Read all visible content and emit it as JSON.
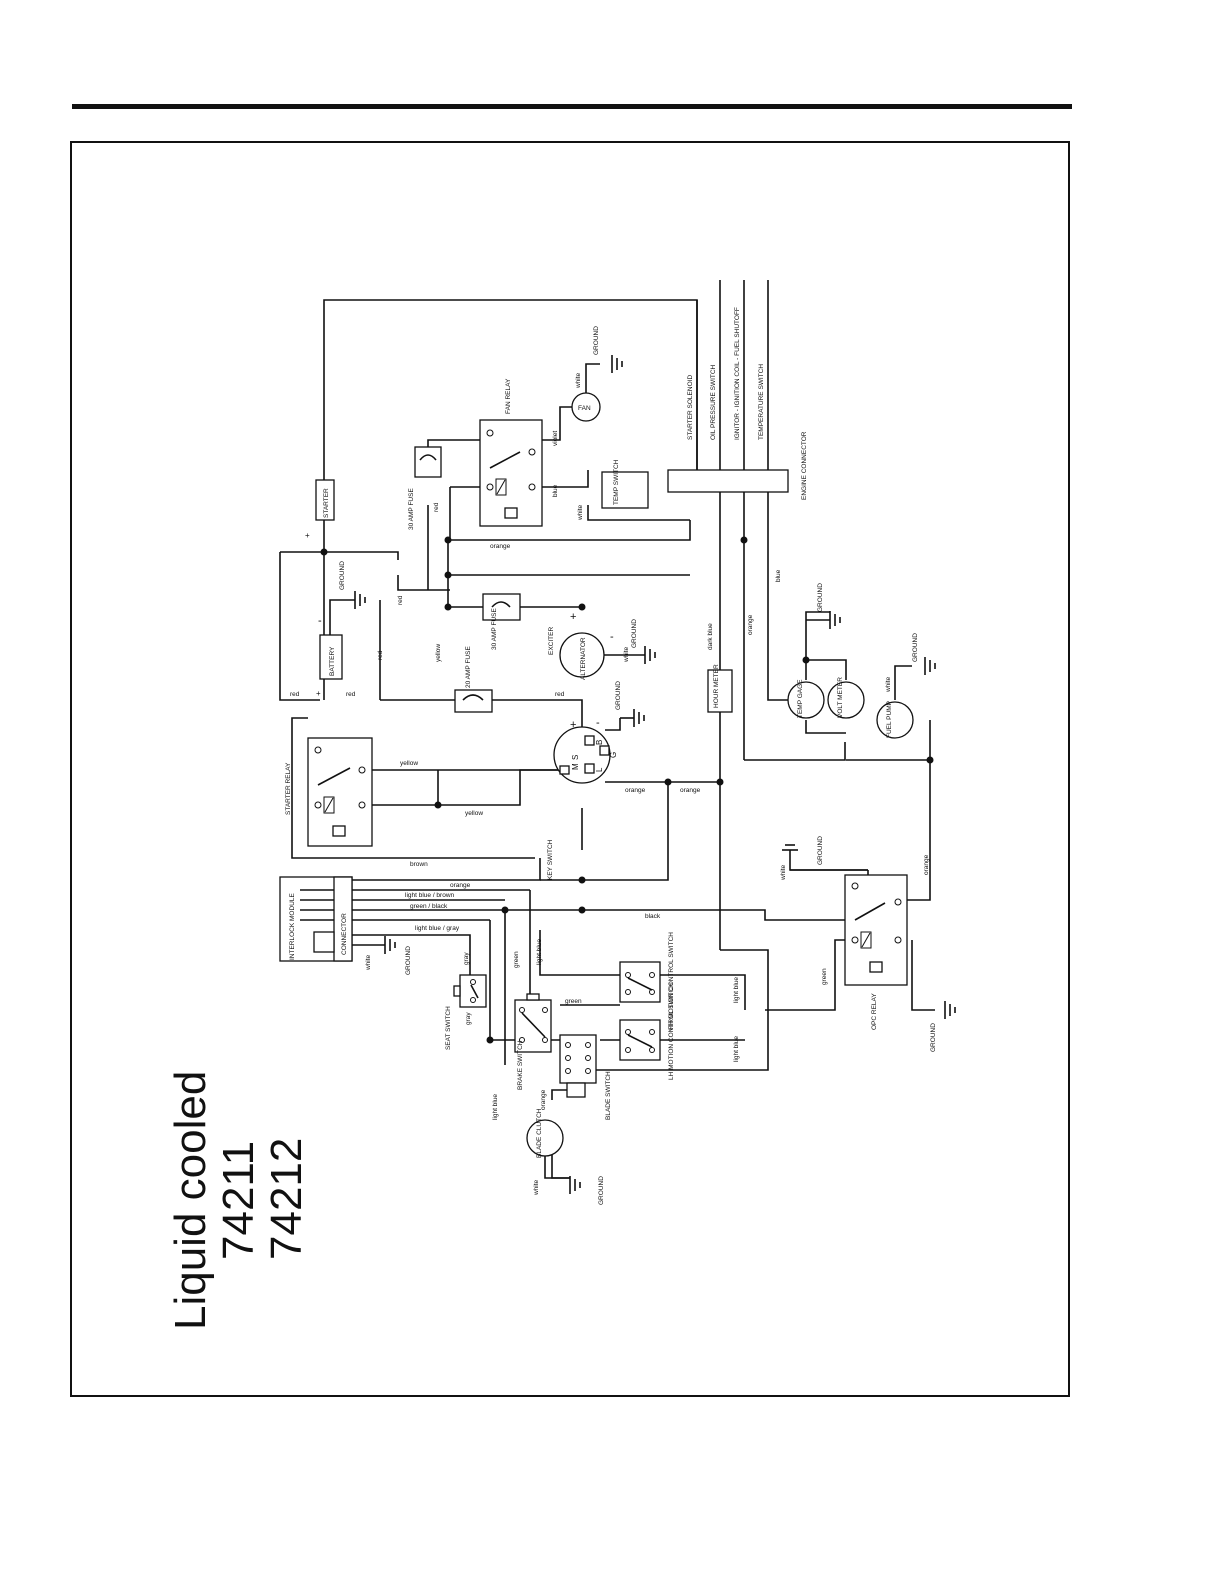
{
  "title": {
    "line1": "Liquid cooled",
    "line2": "74211",
    "line3": "74212"
  },
  "components": {
    "starter": "STARTER",
    "fuse30_top": "30 AMP FUSE",
    "fan_relay": "FAN RELAY",
    "fan": "FAN",
    "temp_switch": "TEMP SWITCH",
    "battery": "BATTERY",
    "fuse30_mid": "30 AMP FUSE",
    "exciter": "EXCITER",
    "alternator": "ALTERNATOR",
    "fuse20": "20 AMP FUSE",
    "starter_relay": "STARTER RELAY",
    "key_switch": "KEY SWITCH",
    "hour_meter": "HOUR METER",
    "temp_gage": "TEMP GAGE",
    "volt_meter": "VOLT METER",
    "fuel_pump": "FUEL PUMP",
    "engine_connector": "ENGINE CONNECTOR",
    "interlock_module": "INTERLOCK MODULE",
    "connector": "CONNECTOR",
    "seat_switch": "SEAT SWITCH",
    "brake_switch": "BRAKE SWITCH",
    "blade_switch": "BLADE SWITCH",
    "blade_clutch": "BLADE CLUTCH",
    "rh_motion": "RH MOTION CONTROL SWITCH",
    "lh_motion": "LH MOTION CONTROL SWITCH",
    "opc_relay": "OPC RELAY"
  },
  "engine_lines": [
    "STARTER SOLENOID",
    "OIL PRESSURE SWITCH",
    "IGNITOR - IGNITION COIL - FUEL SHUTOFF",
    "TEMPERATURE SWITCH"
  ],
  "key_terminals": {
    "m": "M",
    "s": "S",
    "b": "B",
    "g": "G",
    "l": "L"
  },
  "symbols": {
    "plus": "+",
    "minus": "-"
  },
  "wires": {
    "red": "red",
    "orange": "orange",
    "yellow": "yellow",
    "white": "white",
    "blue": "blue",
    "violet": "violet",
    "brown": "brown",
    "black": "black",
    "green": "green",
    "gray": "gray",
    "dark_blue": "dark blue",
    "light_blue": "light blue",
    "light_blue_brown": "light blue / brown",
    "green_black": "green / black",
    "light_blue_gray": "light blue / gray"
  },
  "ground": "GROUND"
}
